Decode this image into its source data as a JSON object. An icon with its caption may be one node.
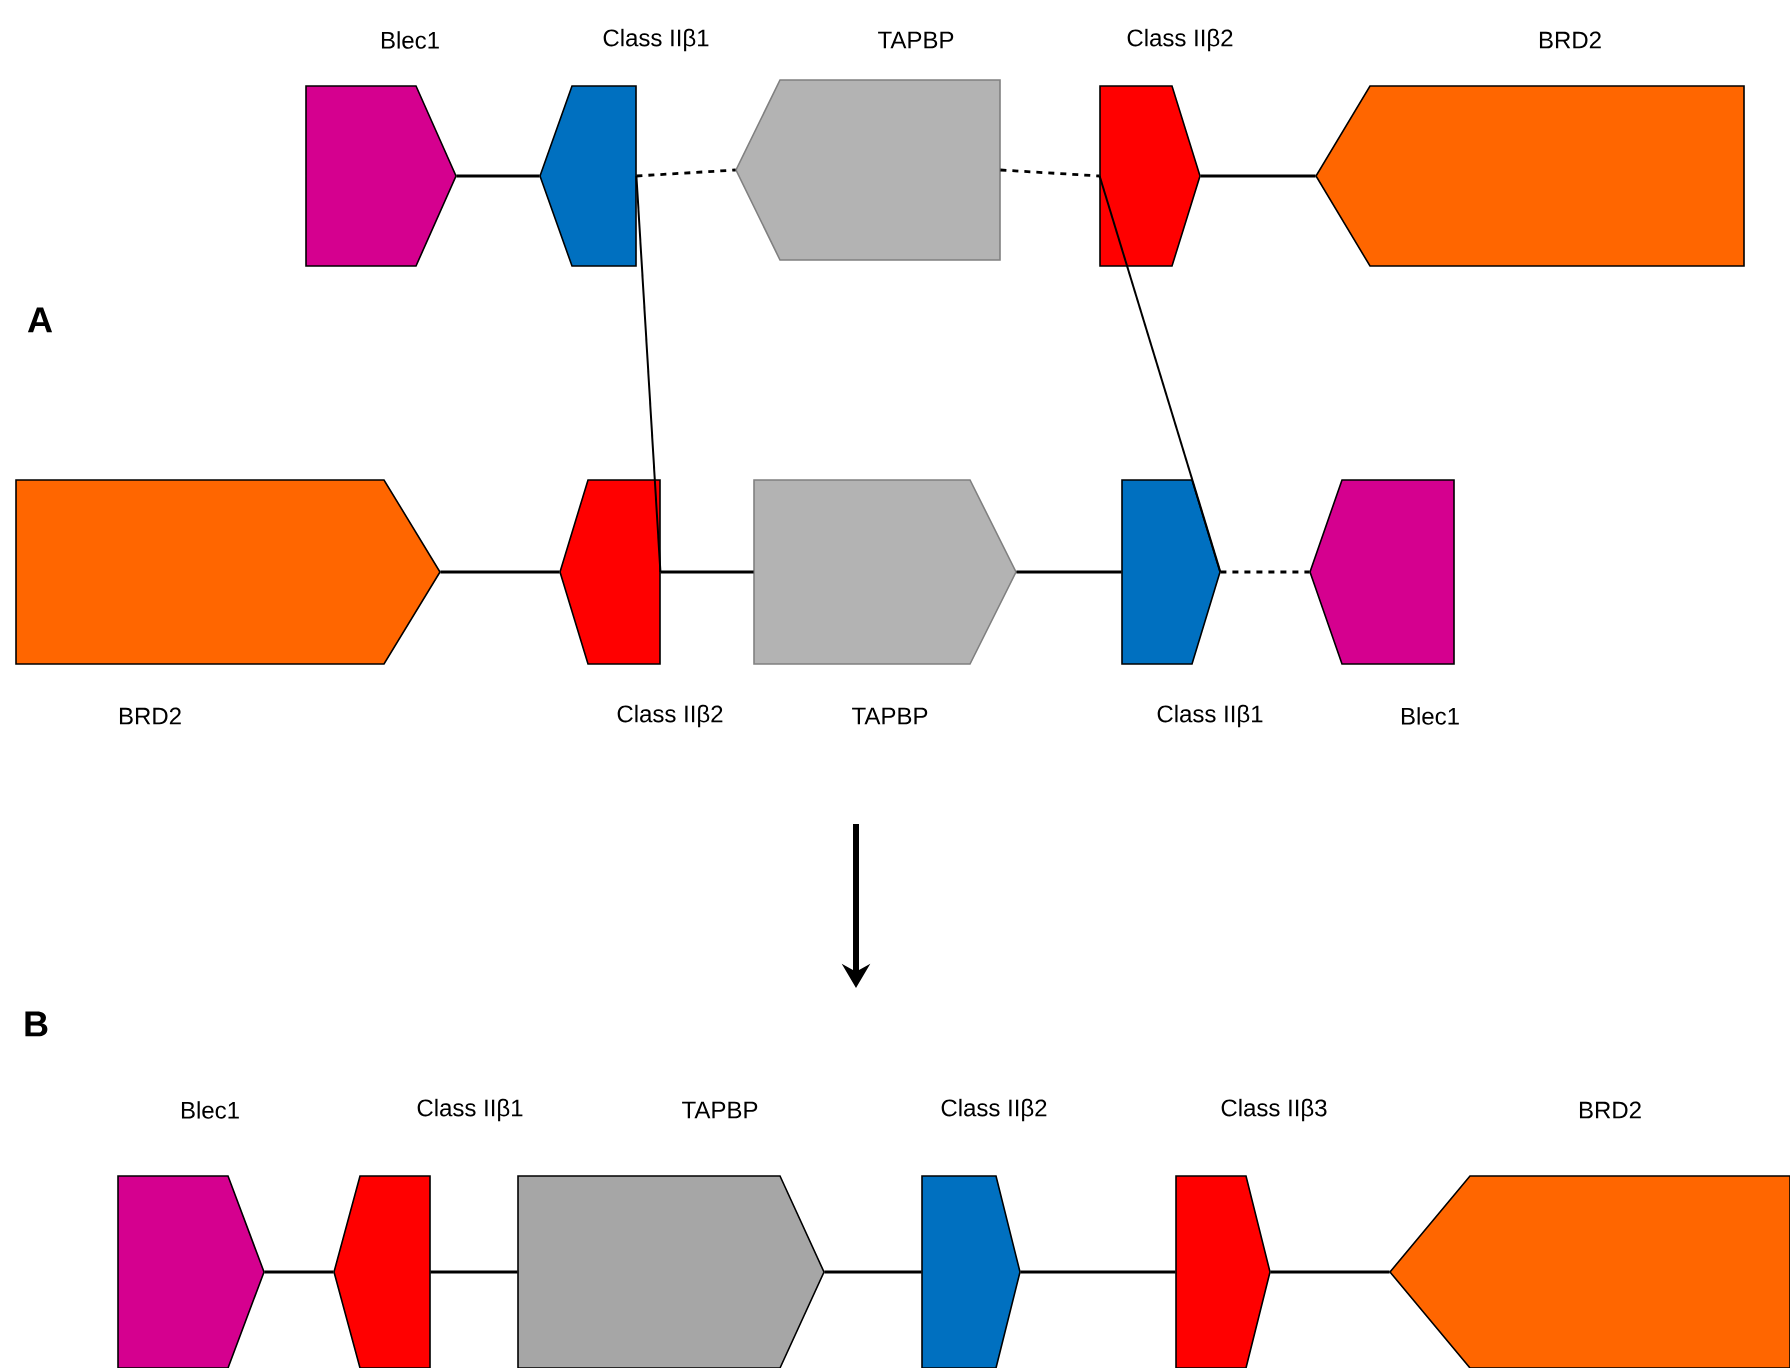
{
  "diagram": {
    "nodes": [
      {
        "text": [
          "Blec1"
        ]
      },
      {
        "text": [
          "Class IIβ1"
        ]
      },
      {
        "text": [
          "TAPBP"
        ]
      },
      {
        "text": [
          "Class IIβ2"
        ]
      },
      {
        "text": [
          "BRD2"
        ]
      },
      {
        "text": [
          "BRD2"
        ]
      },
      {
        "text": [
          "Class IIβ2"
        ]
      },
      {
        "text": [
          "TAPBP"
        ]
      },
      {
        "text": [
          "Class IIβ1"
        ]
      },
      {
        "text": [
          "Blec1"
        ]
      },
      {
        "text": [
          "Blec1"
        ]
      },
      {
        "text": [
          "Class IIβ1"
        ]
      },
      {
        "text": [
          "TAPBP"
        ]
      },
      {
        "text": [
          "Class IIβ2"
        ]
      },
      {
        "text": [
          "Class IIβ3"
        ]
      },
      {
        "text": [
          "BRD2"
        ]
      }
    ],
    "edges": [
      {
        "from": 0,
        "to": 1,
        "arrow": "none"
      },
      {
        "from": 1,
        "to": 2,
        "arrow": "none",
        "style": "dashed"
      },
      {
        "from": 2,
        "to": 3,
        "arrow": "none",
        "style": "dashed"
      },
      {
        "from": 3,
        "to": 4,
        "arrow": "none"
      },
      {
        "from": 5,
        "to": 6,
        "arrow": "none"
      },
      {
        "from": 6,
        "to": 7,
        "arrow": "none"
      },
      {
        "from": 7,
        "to": 8,
        "arrow": "none"
      },
      {
        "from": 8,
        "to": 9,
        "arrow": "none",
        "style": "dashed"
      },
      {
        "from": 1,
        "to": 6,
        "arrow": "none"
      },
      {
        "from": 3,
        "to": 8,
        "arrow": "none"
      },
      {
        "from": 10,
        "to": 11,
        "arrow": "none"
      },
      {
        "from": 11,
        "to": 12,
        "arrow": "none"
      },
      {
        "from": 12,
        "to": 13,
        "arrow": "none"
      },
      {
        "from": 13,
        "to": 14,
        "arrow": "none"
      },
      {
        "from": 14,
        "to": 15,
        "arrow": "none"
      }
    ],
    "labels": [
      "A",
      "B"
    ]
  }
}
